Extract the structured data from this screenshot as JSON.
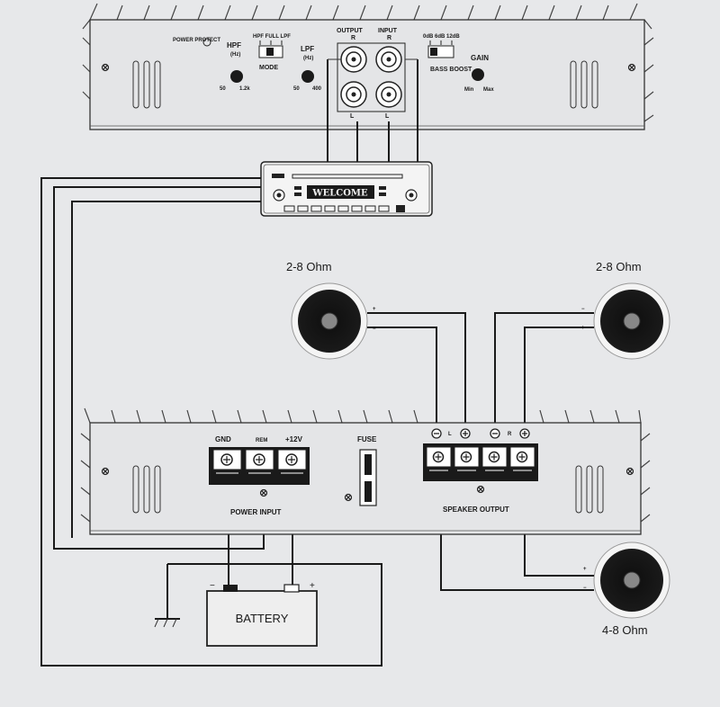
{
  "top_amp": {
    "power_protect": "POWER PROTECT",
    "hpf": "HPF",
    "hpf_hz": "(Hz)",
    "hpf_min": "50",
    "hpf_max": "1.2k",
    "mode_options": "HPF FULL LPF",
    "mode": "MODE",
    "lpf": "LPF",
    "lpf_hz": "(Hz)",
    "lpf_min": "50",
    "lpf_max": "400",
    "output": "OUTPUT",
    "input": "INPUT",
    "r": "R",
    "l": "L",
    "bass_options": "0dB 6dB 12dB",
    "bass_boost": "BASS BOOST",
    "gain": "GAIN",
    "gain_min": "Min",
    "gain_max": "Max"
  },
  "head_unit": {
    "display": "WELCOME"
  },
  "speakers": [
    {
      "impedance": "2-8 Ohm"
    },
    {
      "impedance": "2-8 Ohm"
    },
    {
      "impedance": "4-8 Ohm"
    }
  ],
  "bottom_amp": {
    "gnd": "GND",
    "rem": "REM",
    "plus12v": "+12V",
    "fuse": "FUSE",
    "power_input": "POWER INPUT",
    "speaker_output": "SPEAKER OUTPUT",
    "l": "L",
    "r": "R"
  },
  "battery": {
    "label": "BATTERY",
    "minus": "−",
    "plus": "+"
  }
}
